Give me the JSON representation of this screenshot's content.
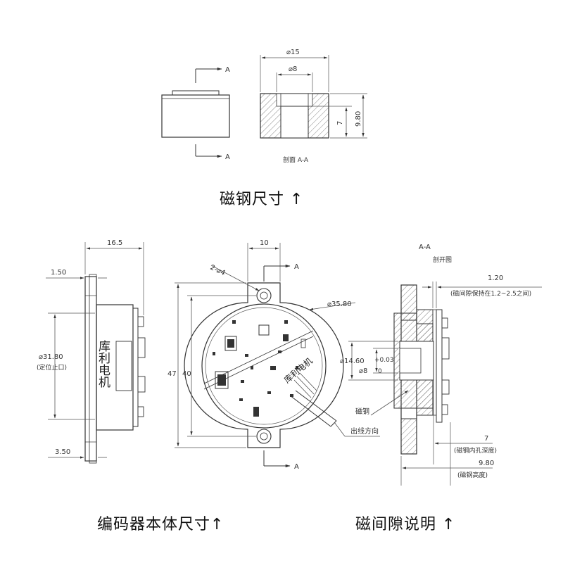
{
  "captions": {
    "magnet_size": "磁钢尺寸 ↑",
    "encoder_body": "编码器本体尺寸↑",
    "gap_note": "磁间隙说明 ↑"
  },
  "magnet": {
    "dim_outer": "⌀15",
    "dim_inner": "⌀8",
    "dim_depth": "7",
    "dim_height": "9.80",
    "section_mark": "A",
    "section_label": "剖面 A-A"
  },
  "side_view": {
    "dim_width": "16.5",
    "dim_flange": "1.50",
    "dim_dia": "⌀31.80",
    "dim_dia_note": "(定位止口)",
    "dim_bottom": "3.50",
    "brand_text": "库利电机"
  },
  "front_view": {
    "dim_top": "10",
    "dim_holes": "2-⌀4",
    "dim_outer": "⌀35.80",
    "dim_47": "47",
    "dim_40": "40",
    "section_mark": "A",
    "cable_label": "出线方向",
    "pcb_brand": "库利电机"
  },
  "section_view": {
    "title": "A-A",
    "subtitle": "剖开图",
    "gap_value": "1.20",
    "gap_note": "(磁间隙保持在1.2~2.5之间)",
    "dim_dia1": "⌀14.60",
    "dim_tol_plus": "+0.03",
    "dim_dia2": "⌀8",
    "dim_tol_zero": "0",
    "magnet_label": "磁钢",
    "depth_value": "7",
    "depth_note": "(磁钢内孔深度)",
    "height_value": "9.80",
    "height_note": "(磁钢高度)"
  }
}
